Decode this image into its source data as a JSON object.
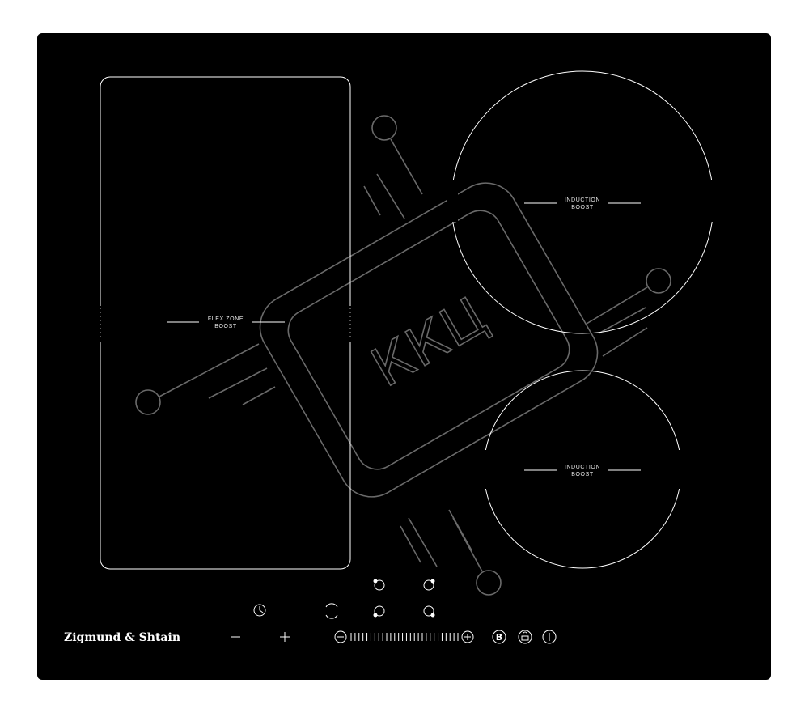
{
  "colors": {
    "glass": "#000000",
    "outline": "#ffffff",
    "watermark": "#6a6a6a",
    "background": "#ffffff"
  },
  "brand": {
    "name": "Zigmund & Shtain"
  },
  "zones": [
    {
      "id": "flex",
      "line1": "FLEX ZONE",
      "line2": "BOOST"
    },
    {
      "id": "top-right",
      "line1": "INDUCTION",
      "line2": "BOOST"
    },
    {
      "id": "bottom-right",
      "line1": "INDUCTION",
      "line2": "BOOST"
    }
  ],
  "watermark": {
    "text": "ККЦ"
  },
  "controls": {
    "timer_icon": "clock-icon",
    "minus_icon": "minus-icon",
    "plus_icon": "plus-icon",
    "pause_icon": "pause-icon",
    "slider_minus_icon": "circle-minus-icon",
    "slider_plus_icon": "circle-plus-icon",
    "boost_label": "B",
    "lock_icon": "lock-icon",
    "power_icon": "power-icon",
    "zone_selectors": [
      "zone-top-left-icon",
      "zone-top-right-icon",
      "zone-bottom-left-icon",
      "zone-bottom-right-icon"
    ]
  }
}
